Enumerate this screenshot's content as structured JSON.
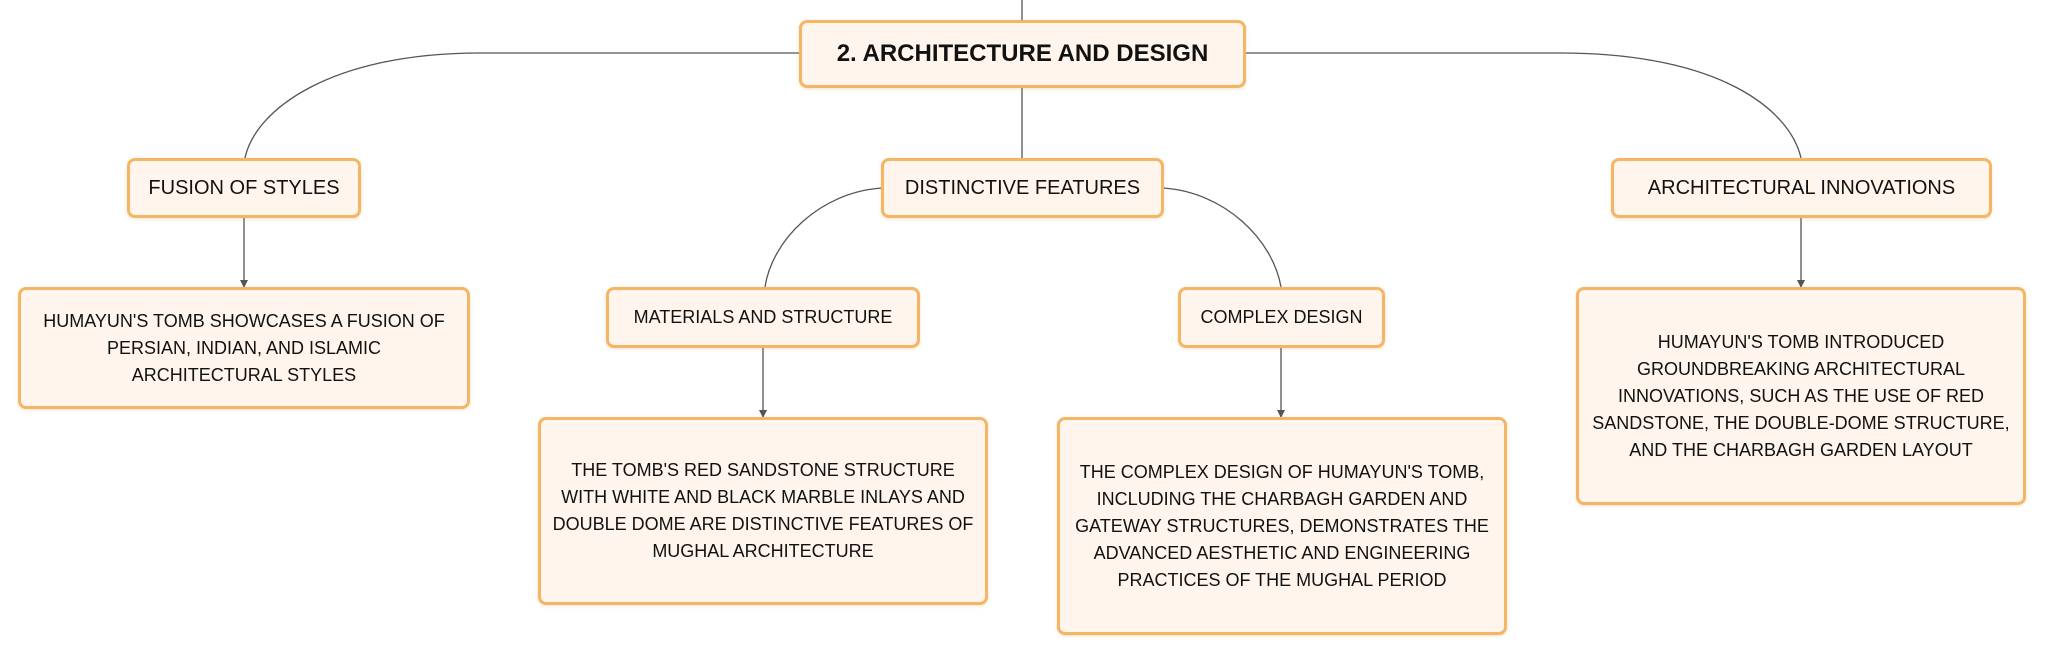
{
  "mindmap": {
    "root": "2. ARCHITECTURE AND DESIGN",
    "topics": [
      {
        "label": "FUSION OF STYLES",
        "description": "HUMAYUN'S TOMB SHOWCASES A FUSION OF PERSIAN, INDIAN, AND ISLAMIC ARCHITECTURAL STYLES"
      },
      {
        "label": "DISTINCTIVE FEATURES",
        "subtopics": [
          {
            "label": "MATERIALS AND STRUCTURE",
            "description": "THE TOMB'S RED SANDSTONE STRUCTURE WITH WHITE AND BLACK MARBLE INLAYS AND DOUBLE DOME ARE DISTINCTIVE FEATURES OF MUGHAL ARCHITECTURE"
          },
          {
            "label": "COMPLEX DESIGN",
            "description": "THE COMPLEX DESIGN OF HUMAYUN'S TOMB, INCLUDING THE CHARBAGH GARDEN AND GATEWAY STRUCTURES, DEMONSTRATES THE ADVANCED AESTHETIC AND ENGINEERING PRACTICES OF THE MUGHAL PERIOD"
          }
        ]
      },
      {
        "label": "ARCHITECTURAL INNOVATIONS",
        "description": "HUMAYUN'S TOMB INTRODUCED GROUNDBREAKING ARCHITECTURAL INNOVATIONS, SUCH AS THE USE OF RED SANDSTONE, THE DOUBLE-DOME STRUCTURE, AND THE CHARBAGH GARDEN LAYOUT"
      }
    ]
  },
  "colors": {
    "node_fill": "#fff5ec",
    "node_border": "#f4b565",
    "connector": "#555555"
  }
}
